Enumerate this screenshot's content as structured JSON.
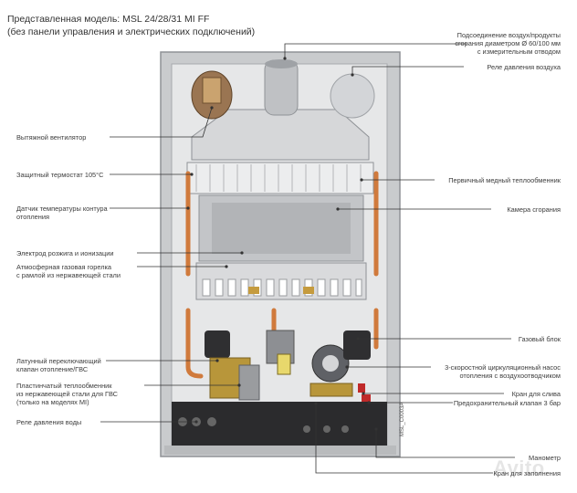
{
  "header": {
    "title_line1": "Представленная модель: MSL 24/28/31 MI FF",
    "title_line2": "(без панели управления и электрических подключений)"
  },
  "labels": {
    "vent": "Вытяжной вентилятор",
    "thermostat": "Защитный термостат 105°C",
    "temp_sensor_1": "Датчик температуры контура",
    "temp_sensor_2": "отопления",
    "electrode": "Электрод розжига и ионизации",
    "burner_1": "Атмосферная газовая горелка",
    "burner_2": "с рамлой из нержавеющей стали",
    "valve3_1": "Латунный переключающий",
    "valve3_2": "клапан отопление/ГВС",
    "plate_hx_1": "Пластинчатый теплообменник",
    "plate_hx_2": "из нержавеющей стали для ГВС",
    "plate_hx_3": "(только на моделях MI)",
    "water_relay": "Реле давления воды",
    "air_connect_1": "Подсоединение воздух/продукты",
    "air_connect_2": "сгорания диаметром Ø 60/100 мм",
    "air_connect_3": "с измерительным отводом",
    "air_relay": "Реле давления воздуха",
    "primary_hx": "Первичный медный теплообменник",
    "chamber": "Камера сгорания",
    "gas_block": "Газовый блок",
    "pump_1": "3-скоростной циркуляционный насос",
    "pump_2": "отопления с воздухоотводчиком",
    "drain": "Кран для слива",
    "safety_valve": "Предохранительный клапан 3 бар",
    "manometer": "Манометр",
    "fill_tap": "Кран для заполнения"
  },
  "code": "MSL_C0003A",
  "watermark": "Avito",
  "colors": {
    "frame": "#c9cbcd",
    "frame_dark": "#8f9296",
    "inside": "#e6e7e8",
    "copper": "#d07a3c",
    "brass": "#b8963a",
    "fan": "#7e5a3c",
    "line": "#333333"
  }
}
